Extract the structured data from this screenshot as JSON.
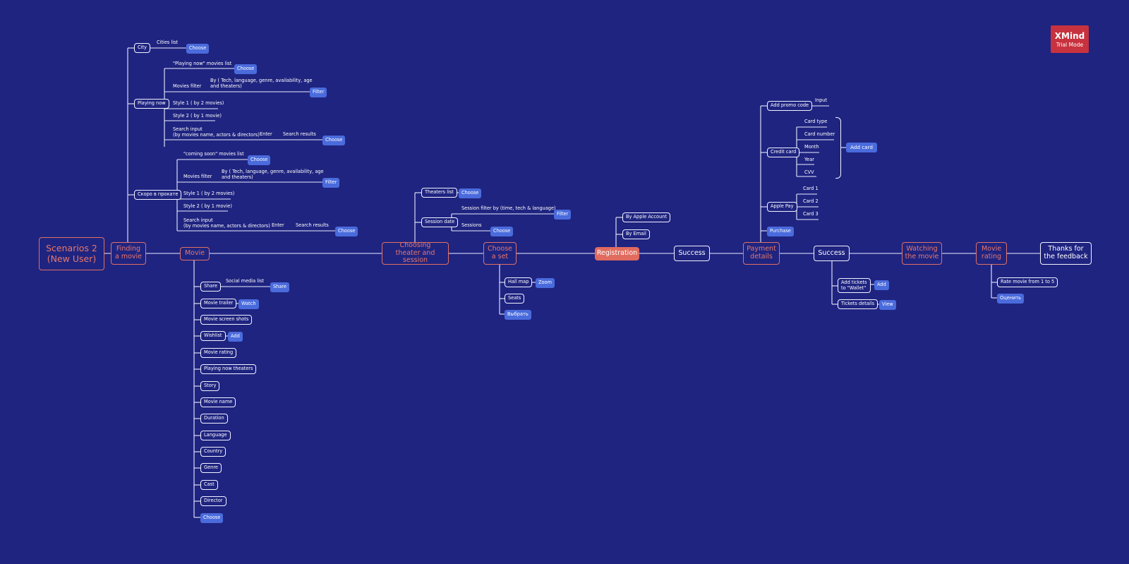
{
  "watermark": {
    "brand": "XMind",
    "mode": "Trial Mode"
  },
  "spine": [
    "Scenarios 2\n(New User)",
    "Finding\na movie",
    "Movie",
    "Choosing\ntheater and session",
    "Choose\na set",
    "Registration",
    "Success",
    "Payment\ndetails",
    "Success",
    "Watching\nthe movie",
    "Movie\nrating",
    "Thanks for\nthe feedback"
  ],
  "finding": {
    "city": "City",
    "cities_list": "Cities list",
    "choose": "Choose",
    "playing_now": "Playing now",
    "playing_now_list": "\"Playing now\" movies list",
    "movies_filter": "Movies filter",
    "filter_desc": "By ( Tech, language, genre, availability, age\nand theaters)",
    "filter": "Filter",
    "style1": "Style 1 ( by 2 movies)",
    "style2": "Style 2  ( by 1 movie)",
    "search_input": "Search input\n(by movies name, actors & directors)",
    "enter": "Enter",
    "search_results": "Search results",
    "soon": "Скоро в прокате",
    "soon_list": "\"coming soon\" movies list"
  },
  "movie": {
    "share": "Share",
    "social_list": "Social media list",
    "share_btn": "Share",
    "trailer": "Movie trailer",
    "watch": "Watch",
    "screens": "Movie screen shots",
    "wishlist": "Wishlist",
    "add": "Add",
    "rating": "Movie rating",
    "theaters": "Playing now theaters",
    "story": "Story",
    "name": "Movie name",
    "duration": "Duration",
    "language": "Language",
    "country": "Country",
    "genre": "Genre",
    "cast": "Cast",
    "director": "Director",
    "choose": "Choose"
  },
  "theater": {
    "theaters_list": "Theaters list",
    "choose": "Choose",
    "session_date": "Session date",
    "session_filter": "Session filter by (time, tech & language)",
    "filter": "Filter",
    "sessions": "Sessions"
  },
  "seat": {
    "hall_map": "Hall map",
    "zoom": "Zoom",
    "seats": "Seats",
    "select": "Выбрать"
  },
  "registration": {
    "apple": "By Apple Account",
    "email": "By Email"
  },
  "payment": {
    "promo": "Add promo code",
    "input": "Input",
    "credit": "Credit card",
    "card_type": "Card type",
    "card_number": "Card number",
    "month": "Month",
    "year": "Year",
    "cvv": "CVV",
    "add_card": "Add card",
    "apple_pay": "Apple Pay",
    "card1": "Card 1",
    "card2": "Card 2",
    "card3": "Card 3",
    "purchase": "Purchase"
  },
  "success": {
    "wallet": "Add tickets\nto \"Wallet\"",
    "add": "Add",
    "details": "Tickets details",
    "view": "View"
  },
  "rating": {
    "rate": "Rate movie from 1 to 5",
    "rate_btn": "Оценить"
  }
}
